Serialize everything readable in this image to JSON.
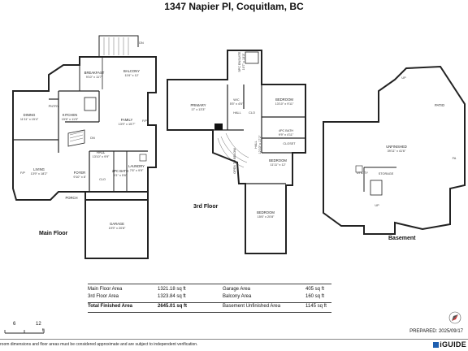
{
  "header": {
    "title": "1347 Napier Pl, Coquitlam, BC"
  },
  "floors": {
    "main": "Main Floor",
    "third": "3rd Floor",
    "basement": "Basement"
  },
  "rooms": {
    "dining": {
      "name": "DINING",
      "dim": "11'11\" x 15'4\""
    },
    "kitchen": {
      "name": "KITCHEN",
      "dim": "15'6\" x 11'5\""
    },
    "breakfast": {
      "name": "BREAKFAST",
      "dim": "9'10\" x 11'7\""
    },
    "balcony": {
      "name": "BALCONY",
      "dim": "11'6\" x 12'"
    },
    "family": {
      "name": "FAMILY",
      "dim": "13'9\" x 15'7\""
    },
    "living": {
      "name": "LIVING",
      "dim": "13'9\" x 18'2\""
    },
    "foyer": {
      "name": "FOYER",
      "dim": "9'10\" x 8'"
    },
    "hall_main": {
      "name": "HALL",
      "dim": "13'10\" x 9'9\""
    },
    "laundry": {
      "name": "LAUNDRY",
      "dim": "7'6\" x 9'9\""
    },
    "twopc": {
      "name": "2PC BATH",
      "dim": "5'1\" x 5'6\""
    },
    "garage": {
      "name": "GARAGE",
      "dim": "19'9\" x 20'8\""
    },
    "porch": {
      "name": "PORCH"
    },
    "pantry": {
      "name": "PNTRY"
    },
    "primary": {
      "name": "PRIMARY",
      "dim": "17' x 13'3\""
    },
    "ensuite": {
      "name": "5PC ENSUITE",
      "dim": "10'7\" x 13'3\""
    },
    "wic": {
      "name": "W/C",
      "dim": "5'5\" x 4'6\""
    },
    "bedroom1": {
      "name": "BEDROOM",
      "dim": "13'10\" x 9'11\""
    },
    "hall_third": {
      "name": "HALL",
      "dim": "12'10\" x 17'2\""
    },
    "fourpc": {
      "name": "4PC BATH",
      "dim": "9'9\" x 4'11\""
    },
    "closet": {
      "name": "CLOSET"
    },
    "bedroom2": {
      "name": "BEDROOM",
      "dim": "11'11\" x 12'"
    },
    "bedroom3": {
      "name": "BEDROOM",
      "dim": "15'6\" x 20'8\""
    },
    "open_below": {
      "name": "OPEN TO BELOW"
    },
    "patio": {
      "name": "PATIO"
    },
    "unfinished": {
      "name": "UNFINISHED",
      "dim": "39'11\" x 41'6\""
    },
    "utility": {
      "name": "UTILITY"
    },
    "storage": {
      "name": "STORAGE"
    }
  },
  "marks": {
    "dn": "DN",
    "up": "UP",
    "fp": "F/P",
    "clo": "CLO",
    "hall": "HALL",
    "fa": "FA",
    "cl": "CL",
    "wh": "WH"
  },
  "stats": {
    "main_label": "Main Floor Area",
    "main_value": "1321.18 sq ft",
    "third_label": "3rd Floor Area",
    "third_value": "1323.84 sq ft",
    "total_label": "Total Finished Area",
    "total_value": "2645.01 sq ft",
    "garage_label": "Garage Area",
    "garage_value": "405 sq ft",
    "balcony_label": "Balcony Area",
    "balcony_value": "160 sq ft",
    "basement_label": "Basement Unfinished Area",
    "basement_value": "1145 sq ft"
  },
  "footer": {
    "prepared": "PREPARED: 2025/09/17",
    "disclaimer": "room dimensions and floor areas must be considered approximate and are subject to independent verification.",
    "brand": "iGUIDE",
    "scale_6": "6",
    "scale_12": "12",
    "scale_unit": "ft"
  },
  "colors": {
    "wall": "#222222",
    "brand": "#1e5fb0"
  }
}
